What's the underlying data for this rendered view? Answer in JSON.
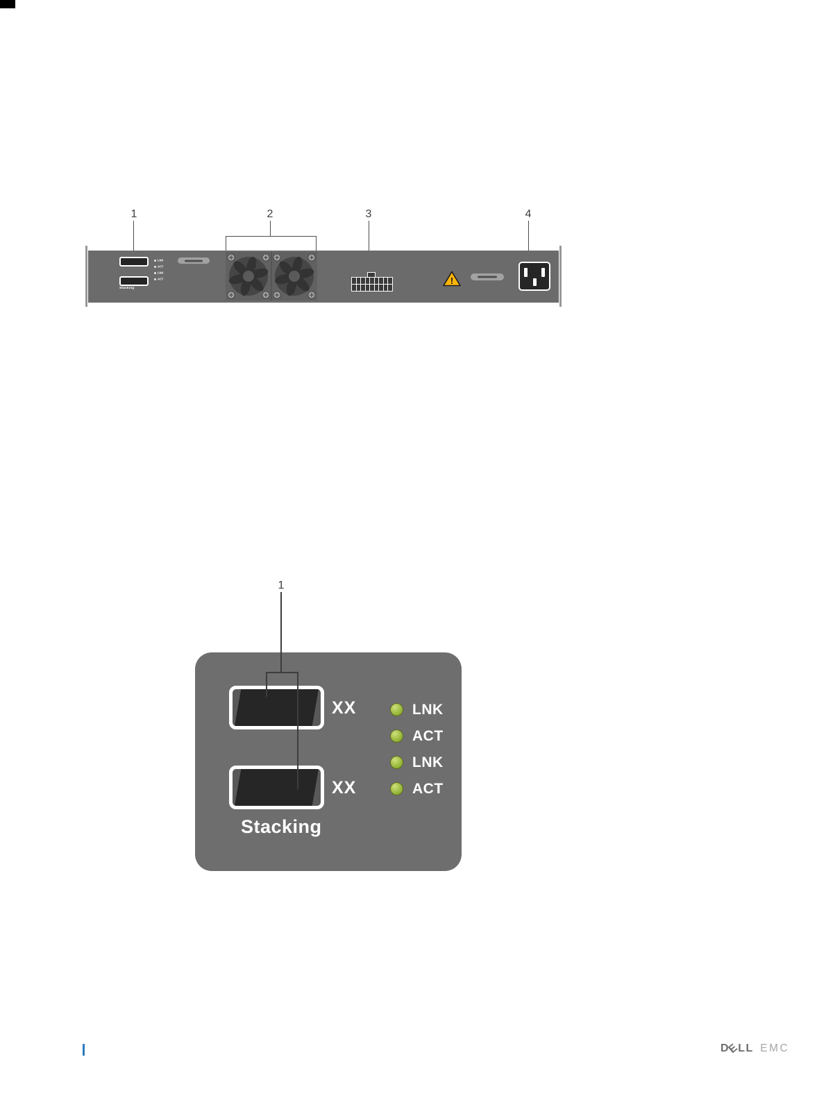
{
  "figure_rear_panel": {
    "callouts": [
      "1",
      "2",
      "3",
      "4"
    ],
    "stacking_label": "Stacking",
    "led_labels": [
      "LNK",
      "ACT",
      "LNK",
      "ACT"
    ],
    "warning_mark": "!",
    "panel_color": "#6b6b6b",
    "warning_color": "#ffb508"
  },
  "figure_stacking_detail": {
    "callout": "1",
    "ports": [
      {
        "label": "XX"
      },
      {
        "label": "XX"
      }
    ],
    "led_labels": [
      "LNK",
      "ACT",
      "LNK",
      "ACT"
    ],
    "stacking_label": "Stacking",
    "box_color": "#6e6e6e",
    "led_color": "#94b437"
  },
  "footer": {
    "brand": "DELL EMC",
    "brand_d": "D",
    "brand_e": "E",
    "brand_ll": "LL",
    "brand_emc": "EMC",
    "accent_bar_color": "#2f7cc0"
  }
}
